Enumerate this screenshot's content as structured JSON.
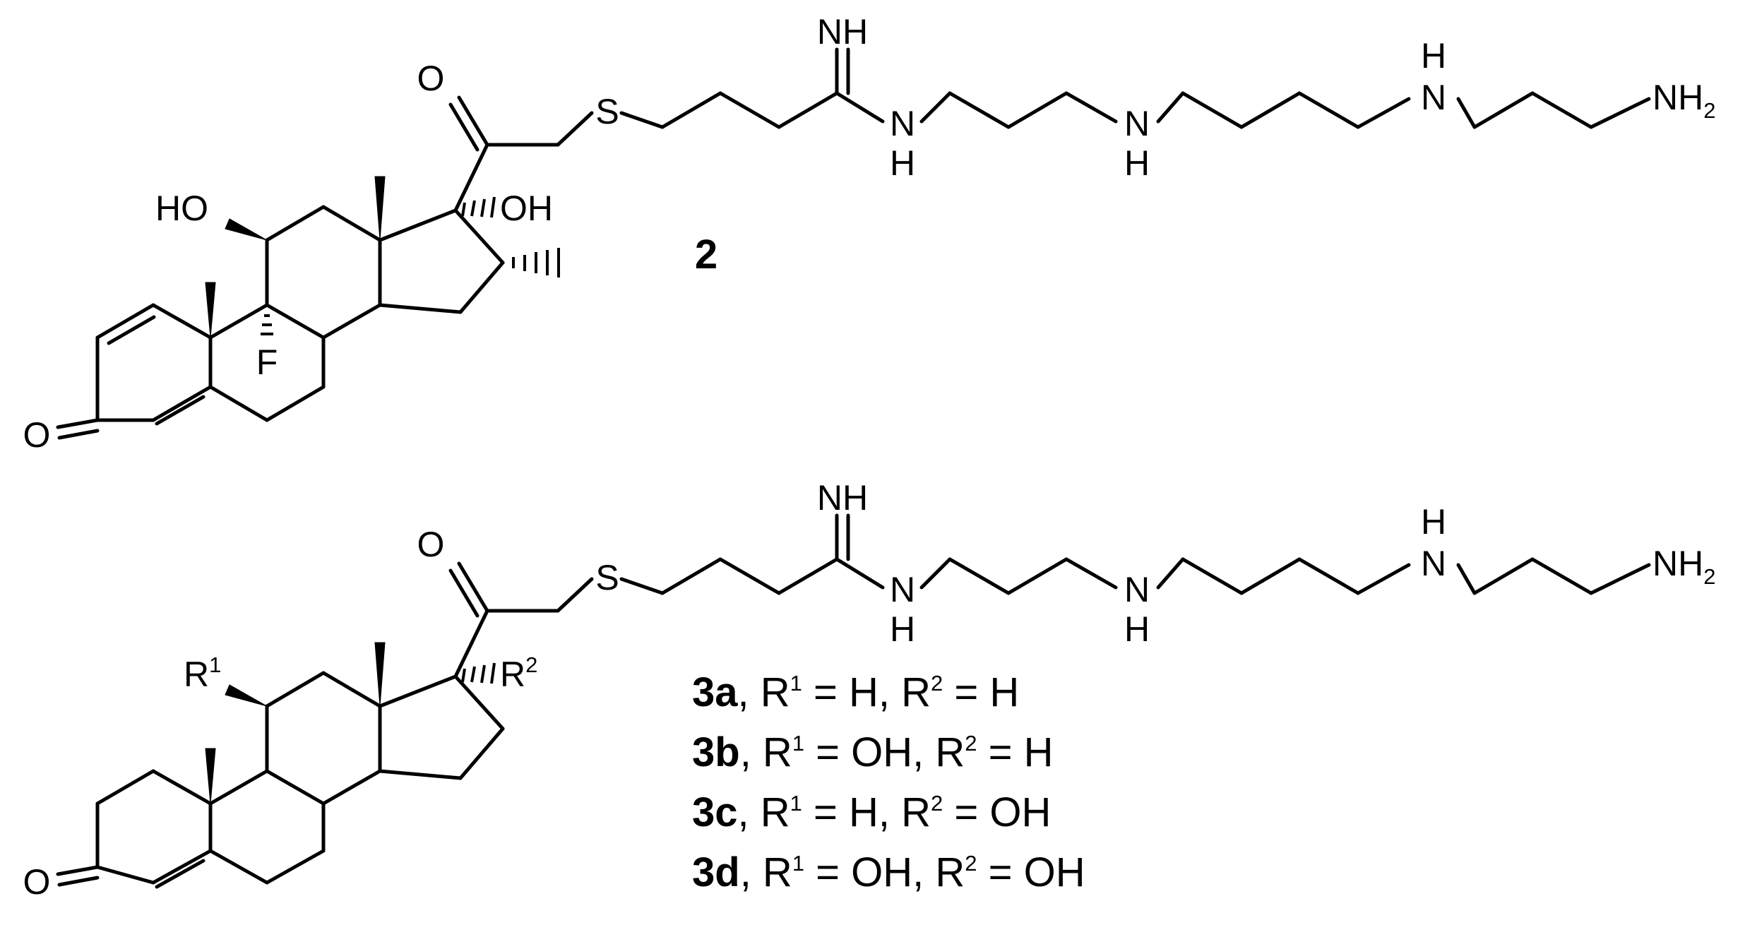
{
  "compound_2": {
    "label": "2",
    "atoms": {
      "keto_o": "O",
      "s": "S",
      "imine": "NH",
      "amide_n": "N",
      "amide_h": "H",
      "amine1_n": "N",
      "amine1_h": "H",
      "amine2_h": "H",
      "amine2_n": "N",
      "terminal": "NH",
      "terminal_sub": "2",
      "ho_11": "HO",
      "oh_17": "OH",
      "fluoro": "F",
      "enone_o": "O"
    }
  },
  "compound_3": {
    "atoms": {
      "keto_o": "O",
      "s": "S",
      "imine": "NH",
      "amide_n": "N",
      "amide_h": "H",
      "amine1_n": "N",
      "amine1_h": "H",
      "amine2_h": "H",
      "amine2_n": "N",
      "terminal": "NH",
      "terminal_sub": "2",
      "r1": "R",
      "r1_sup": "1",
      "r2": "R",
      "r2_sup": "2",
      "enone_o": "O"
    },
    "variants": [
      {
        "id": "3a",
        "r1": "H",
        "r2": "H"
      },
      {
        "id": "3b",
        "r1": "OH",
        "r2": "H"
      },
      {
        "id": "3c",
        "r1": "H",
        "r2": "OH"
      },
      {
        "id": "3d",
        "r1": "OH",
        "r2": "OH"
      }
    ],
    "variant_text": {
      "sep": ", R",
      "sup1": "1",
      "eq1": " = ",
      "mid": ", R",
      "sup2": "2",
      "eq2": " = "
    }
  }
}
